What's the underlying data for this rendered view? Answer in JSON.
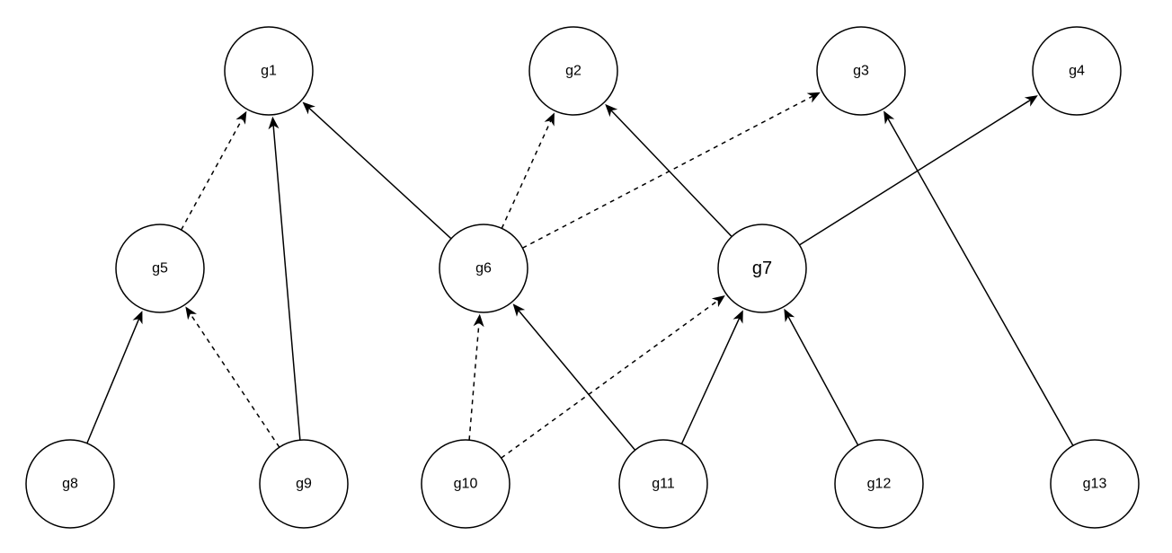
{
  "nodes": [
    {
      "id": "g1",
      "label": "g1"
    },
    {
      "id": "g2",
      "label": "g2"
    },
    {
      "id": "g3",
      "label": "g3"
    },
    {
      "id": "g4",
      "label": "g4"
    },
    {
      "id": "g5",
      "label": "g5"
    },
    {
      "id": "g6",
      "label": "g6"
    },
    {
      "id": "g7",
      "label": "g7"
    },
    {
      "id": "g8",
      "label": "g8"
    },
    {
      "id": "g9",
      "label": "g9"
    },
    {
      "id": "g10",
      "label": "g10"
    },
    {
      "id": "g11",
      "label": "g11"
    },
    {
      "id": "g12",
      "label": "g12"
    },
    {
      "id": "g13",
      "label": "g13"
    }
  ],
  "edges": [
    {
      "from": "g5",
      "to": "g1",
      "style": "dashed"
    },
    {
      "from": "g9",
      "to": "g1",
      "style": "solid"
    },
    {
      "from": "g6",
      "to": "g1",
      "style": "solid"
    },
    {
      "from": "g6",
      "to": "g2",
      "style": "dashed"
    },
    {
      "from": "g6",
      "to": "g3",
      "style": "dashed"
    },
    {
      "from": "g7",
      "to": "g2",
      "style": "solid"
    },
    {
      "from": "g7",
      "to": "g4",
      "style": "solid"
    },
    {
      "from": "g13",
      "to": "g3",
      "style": "solid"
    },
    {
      "from": "g8",
      "to": "g5",
      "style": "solid"
    },
    {
      "from": "g9",
      "to": "g5",
      "style": "dashed"
    },
    {
      "from": "g10",
      "to": "g6",
      "style": "dashed"
    },
    {
      "from": "g11",
      "to": "g6",
      "style": "solid"
    },
    {
      "from": "g10",
      "to": "g7",
      "style": "dashed"
    },
    {
      "from": "g11",
      "to": "g7",
      "style": "solid"
    },
    {
      "from": "g12",
      "to": "g7",
      "style": "solid"
    }
  ]
}
